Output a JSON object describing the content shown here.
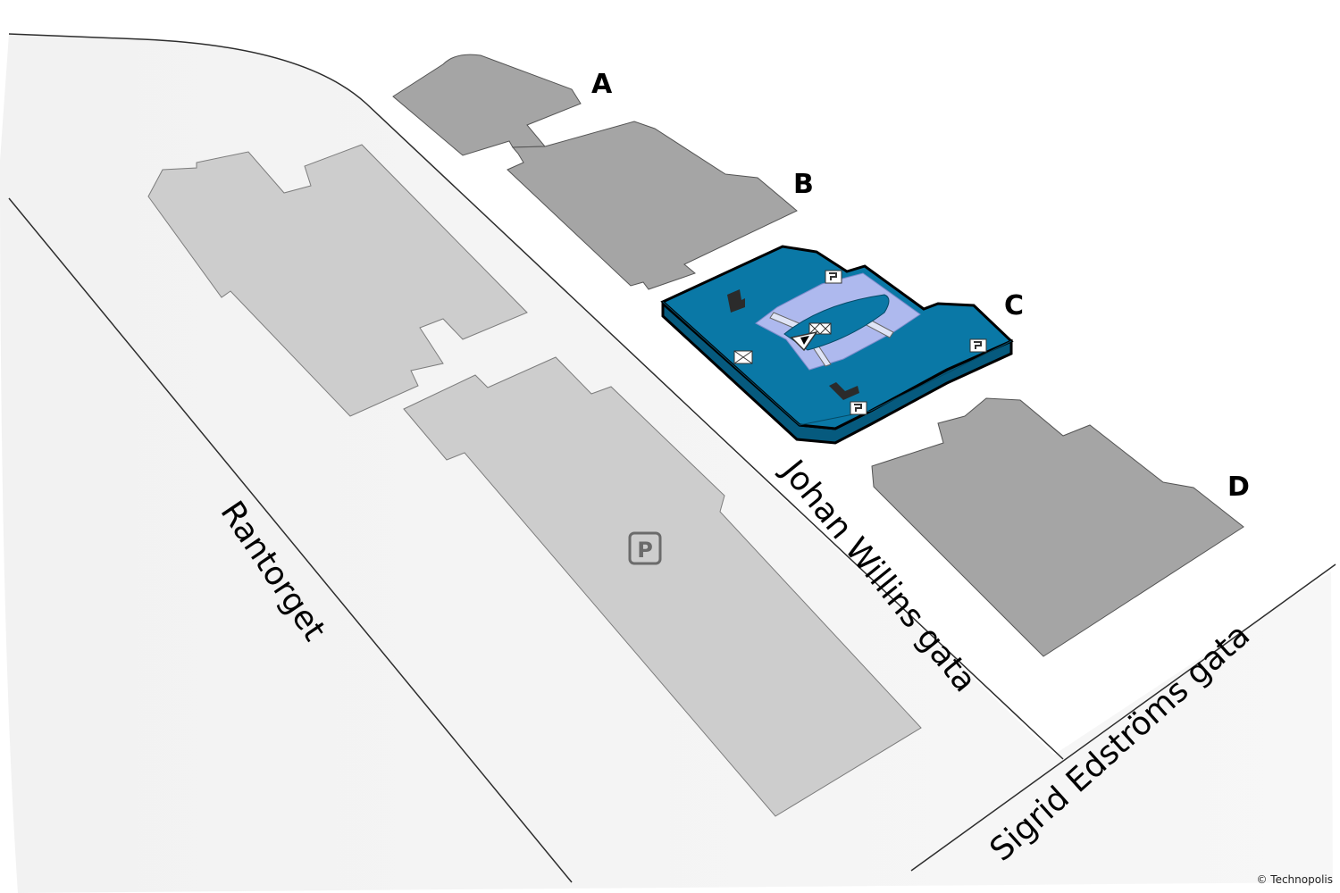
{
  "buildings": {
    "a": {
      "label": "A"
    },
    "b": {
      "label": "B"
    },
    "c": {
      "label": "C"
    },
    "d": {
      "label": "D"
    }
  },
  "streets": {
    "rantorget": "Rantorget",
    "johan_willins_gata": "Johan Willins gata",
    "sigrid_edstroms_gata": "Sigrid Edströms gata"
  },
  "parking": {
    "symbol": "P"
  },
  "highlighted_building": "C",
  "colors": {
    "highlight": "#0a78a6",
    "highlight_dark": "#065a7e",
    "atrium": "#aeb9ee",
    "building_dark": "#a5a5a5",
    "building_light": "#cdcdcd",
    "ground": "#f2f2f2"
  },
  "icons": [
    "parking-icon",
    "elevator-icon",
    "stairs-icon",
    "restroom-icon",
    "you-are-here-icon"
  ],
  "copyright": "© Technopolis"
}
